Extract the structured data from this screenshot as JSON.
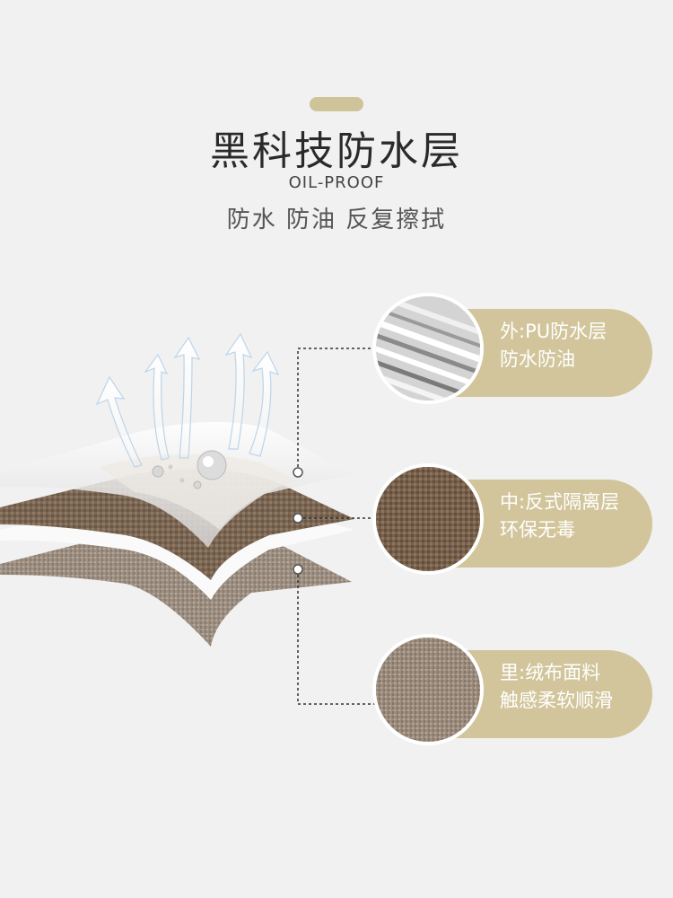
{
  "header": {
    "title": "黑科技防水层",
    "subtitle_en": "OIL-PROOF",
    "subtitle_cn": "防水 防油 反复擦拭"
  },
  "layers": [
    {
      "line1": "外:PU防水层",
      "line2": "防水防油",
      "icon": "pu-waterproof-texture"
    },
    {
      "line1": "中:反式隔离层",
      "line2": "环保无毒",
      "icon": "isolation-texture"
    },
    {
      "line1": "里:绒布面料",
      "line2": "触感柔软顺滑",
      "icon": "fleece-fabric-texture"
    }
  ],
  "colors": {
    "background": "#f1f1f1",
    "accent": "#d2c59b",
    "title": "#2a2a2a",
    "fabric_dark": "#7d6a57",
    "fabric_light": "#a79a8c"
  }
}
